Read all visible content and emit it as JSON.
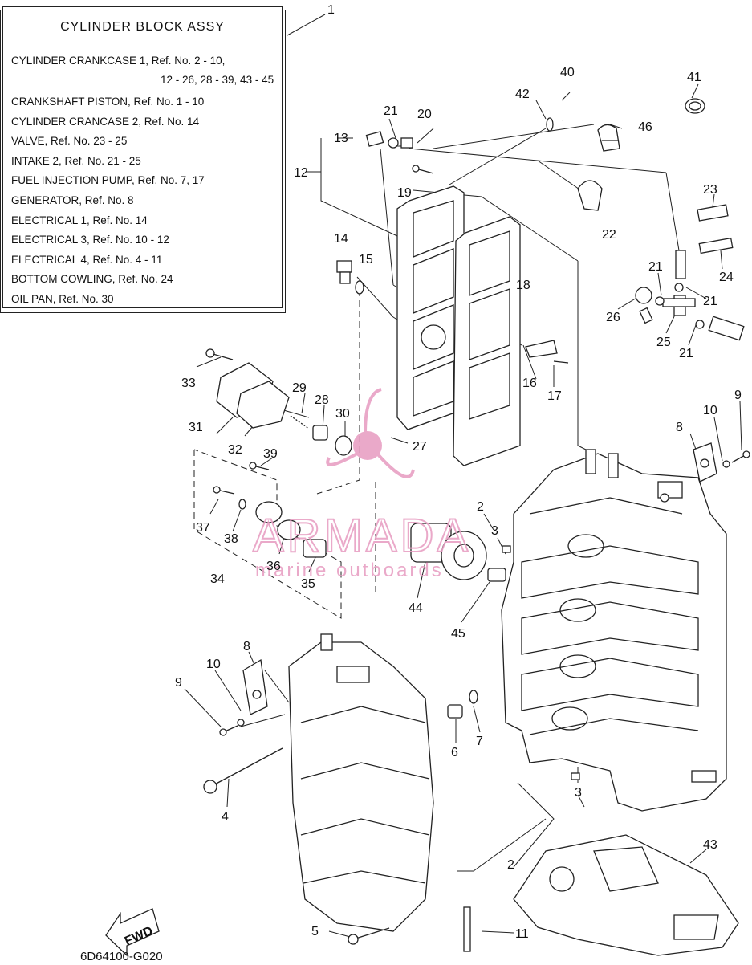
{
  "legend": {
    "title": "CYLINDER   BLOCK ASSY",
    "lines": [
      "CYLINDER CRANKCASE 1,  Ref. No. 2 - 10,",
      "12 - 26, 28 - 39, 43 - 45",
      "CRANKSHAFT PISTON,   Ref. No. 1 - 10",
      "CYLINDER CRANCASE 2,   Ref. No. 14",
      "VALVE,   Ref. No. 23 - 25",
      " INTAKE 2,   Ref. No. 21 - 25",
      "FUEL INJECTION PUMP,  Ref. No.  7, 17",
      "GENERATOR,   Ref. No. 8",
      "ELECTRICAL 1,   Ref. No. 14",
      "ELECTRICAL 3,  Ref. No. 10 - 12",
      "ELECTRICAL 4,   Ref. No. 4 - 11",
      "BOTTOM COWLING,   Ref. No. 24",
      "OIL PAN,   Ref. No. 30"
    ]
  },
  "callouts": [
    "1",
    "2",
    "3",
    "2",
    "3",
    "2",
    "4",
    "5",
    "6",
    "7",
    "8",
    "9",
    "10",
    "8",
    "9",
    "10",
    "11",
    "12",
    "13",
    "14",
    "15",
    "16",
    "17",
    "18",
    "19",
    "20",
    "21",
    "21",
    "21",
    "21",
    "22",
    "23",
    "24",
    "25",
    "26",
    "27",
    "28",
    "29",
    "30",
    "31",
    "32",
    "33",
    "34",
    "35",
    "36",
    "37",
    "38",
    "39",
    "40",
    "41",
    "42",
    "43",
    "44",
    "45",
    "46"
  ],
  "watermark": {
    "brand": "ARMADA",
    "tagline": "marine outboards",
    "color": "#e8a0c4"
  },
  "fwd_label": "FWD",
  "drawing_code": "6D64100-G020"
}
